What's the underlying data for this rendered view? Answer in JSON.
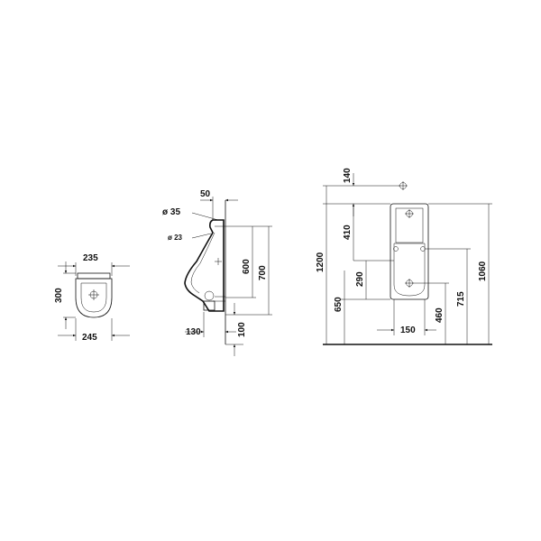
{
  "drawing": {
    "top_view": {
      "width_top": "235",
      "depth": "300",
      "width_bottom": "245"
    },
    "side_view": {
      "offset_top": "50",
      "inlet_diameter": "ø 35",
      "outlet_diameter": "ø 23",
      "height_600": "600",
      "height_700": "700",
      "projection": "130",
      "bottom_offset": "100"
    },
    "front_view": {
      "top_offset": "140",
      "inlet_height": "410",
      "total_height": "1200",
      "mount_290": "290",
      "rim_height": "650",
      "width": "150",
      "outlet_height": "460",
      "fix_height": "715",
      "overall_height": "1060"
    }
  }
}
